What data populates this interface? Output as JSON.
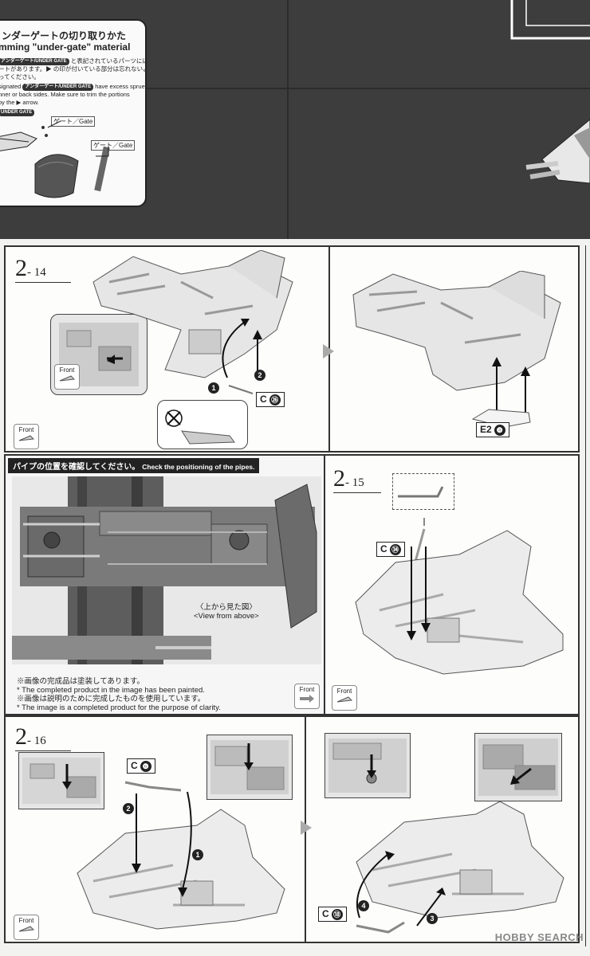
{
  "notice": {
    "title_jp": "ンダーゲートの切り取りかた",
    "title_en": "mming \"under-gate\" material",
    "line1_badge": "アンダーゲート/UNDER GATE",
    "line1_jp": "と表記されているパーツには裏側",
    "line2_jp": "ートがあります。▶ の印が付いている部分は忘れないように",
    "line3_jp": "ってください。",
    "line4_en": "signated",
    "line4_badge": "アンダーゲート/UNDER GATE",
    "line4_en2": "have excess sprue",
    "line5_en": "nner or back sides. Make sure to trim the portions",
    "line6_en": "by the ▶ arrow.",
    "under_gate_badge": "UNDER GATE",
    "gate_label_1": "ゲート／Gate",
    "gate_label_2": "ゲート／Gate"
  },
  "steps": {
    "s14": {
      "major": "2",
      "minor": "- 14",
      "part_a": "C",
      "part_a_num": "㉖",
      "part_b": "E2",
      "part_b_num": "❹",
      "front1": "Front",
      "front2": "Front",
      "arrow1": "1",
      "arrow2": "2"
    },
    "pipes": {
      "banner_jp": "パイプの位置を確認してください。",
      "banner_en": "Check the positioning of the pipes.",
      "view_jp": "〈上から見た図〉",
      "view_en": "<View from above>",
      "note1_jp": "※画像の完成品は塗装してあります。",
      "note1_en": "* The completed product in the image has been painted.",
      "note2_jp": "※画像は説明のために完成したものを使用しています。",
      "note2_en": "* The image is a completed product for the purpose of clarity.",
      "front": "Front"
    },
    "s15": {
      "major": "2",
      "minor": "- 15",
      "part": "C",
      "part_num": "㉞",
      "front": "Front"
    },
    "s16": {
      "major": "2",
      "minor": "- 16",
      "part_a": "C",
      "part_a_num": "❻",
      "part_b": "C",
      "part_b_num": "⑱",
      "front": "Front",
      "n1": "1",
      "n2": "2",
      "n3": "3",
      "n4": "4"
    }
  },
  "watermark": "HOBBY SEARCH"
}
